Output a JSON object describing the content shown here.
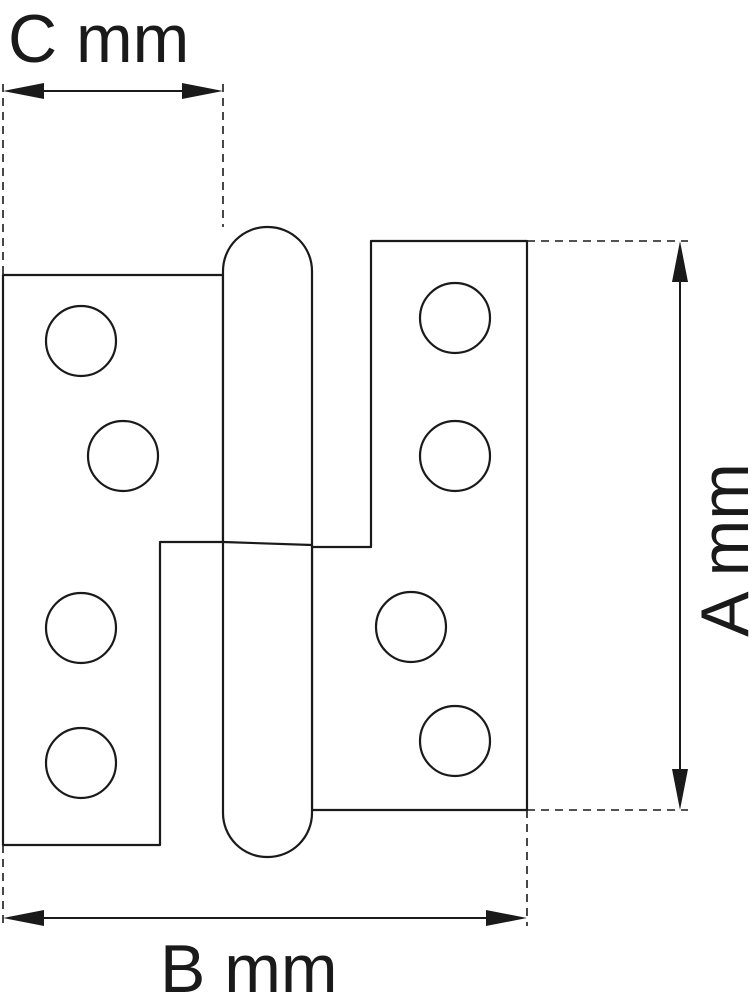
{
  "labels": {
    "c_dimension": "C mm",
    "b_dimension": "B mm",
    "a_dimension": "A mm"
  },
  "colors": {
    "stroke": "#1a1a1a",
    "background": "#ffffff"
  }
}
